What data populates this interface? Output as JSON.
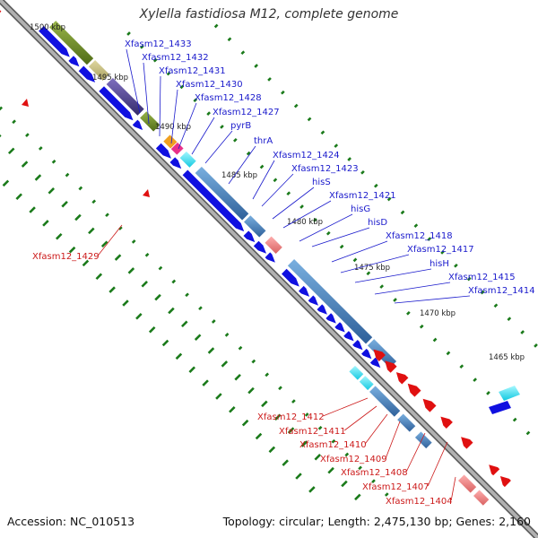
{
  "title": "Xylella fastidiosa M12, complete genome",
  "footer": {
    "accession": "Accession: NC_010513",
    "summary": "Topology: circular; Length: 2,475,130 bp; Genes: 2,160"
  },
  "ticks": [
    "1500 kbp",
    "1495 kbp",
    "1490 kbp",
    "1485 kbp",
    "1480 kbp",
    "1475 kbp",
    "1470 kbp",
    "1465 kbp"
  ],
  "forward_labels": [
    "Xfasm12_1433",
    "Xfasm12_1432",
    "Xfasm12_1431",
    "Xfasm12_1430",
    "Xfasm12_1428",
    "Xfasm12_1427",
    "pyrB",
    "thrA",
    "Xfasm12_1424",
    "Xfasm12_1423",
    "hisS",
    "Xfasm12_1421",
    "hisG",
    "hisD",
    "Xfasm12_1418",
    "Xfasm12_1417",
    "hisH",
    "Xfasm12_1415",
    "Xfasm12_1414"
  ],
  "reverse_labels": [
    "Xfasm12_1429",
    "Xfasm12_1412",
    "Xfasm12_1411",
    "Xfasm12_1410",
    "Xfasm12_1409",
    "Xfasm12_1408",
    "Xfasm12_1407",
    "Xfasm12_1404"
  ],
  "colors": {
    "forward_label": "#1a1acc",
    "reverse_label": "#cc1a1a",
    "forward_gene": "#1010e0",
    "reverse_gene": "#e01010",
    "backbone": "#808080",
    "tick_dots": "#1a7a1a",
    "steelblue": "#4a7fb5",
    "olive": "#6b8e23",
    "khaki": "#c8c080",
    "slate": "#4b3f8a",
    "cyan": "#20e0f0",
    "pink": "#f08080"
  }
}
